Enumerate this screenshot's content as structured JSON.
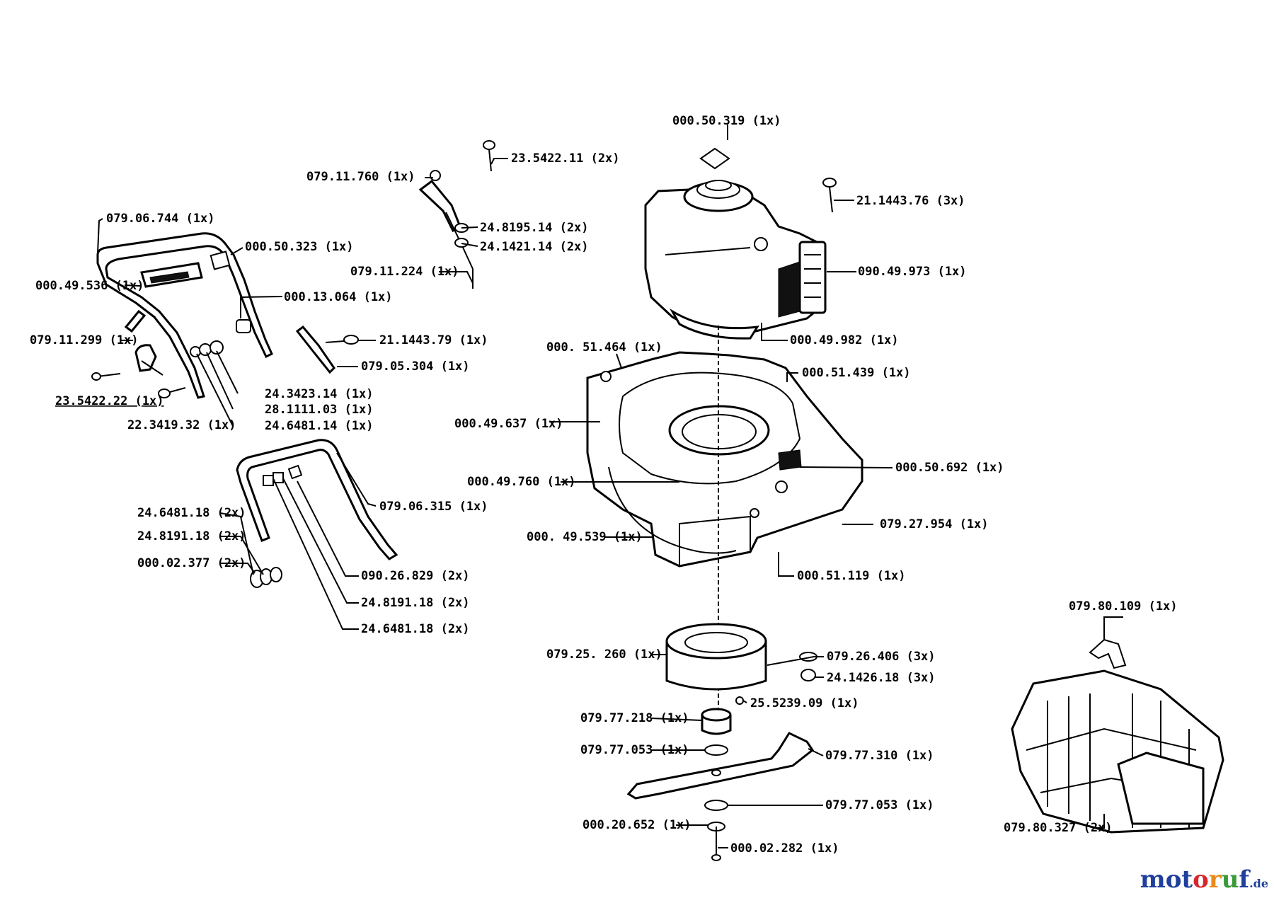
{
  "brand": {
    "parts": [
      "mot",
      "o",
      "r",
      "u",
      "f"
    ],
    "tld": ".de"
  },
  "labels": {
    "l00050319": "000.50.319  (1x)",
    "l23542211": "23.5422.11  (2x)",
    "l07911760": "079.11.760 (1x)",
    "l21144376": "21.1443.76  (3x)",
    "l24819514": "24.8195.14  (2x)",
    "l24142114": "24.1421.14  (2x)",
    "l07906744": "079.06.744  (1x)",
    "l00050323": "000.50.323  (1x)",
    "l07911224": "079.11.224  (1x)",
    "l09049973": "090.49.973  (1x)",
    "l00049536": "000.49.536  (1x)",
    "l00013064": "000.13.064  (1x)",
    "l07911299": "079.11.299  (1x)",
    "l21144379": "21.1443.79  (1x)",
    "l00049982": "000.49.982  (1x)",
    "l00051464": "000. 51.464  (1x)",
    "l07905304": "079.05.304  (1x)",
    "l00051439": "000.51.439  (1x)",
    "l23542222": "23.5422.22  (1x)",
    "l24342314": "24.3423.14  (1x)",
    "l28111103": "28.1111.03  (1x)",
    "l22341932": "22.3419.32  (1x)",
    "l24648114": "24.6481.14  (1x)",
    "l00049637": "000.49.637  (1x)",
    "l00050692": "000.50.692  (1x)",
    "l00049760": "000.49.760  (1x)",
    "l07906315": "079.06.315  (1x)",
    "l24648118a": "24.6481.18  (2x)",
    "l07927954": "079.27.954  (1x)",
    "l24819118a": "24.8191.18  (2x)",
    "l00049539": "000. 49.539  (1x)",
    "l00002377": "000.02.377 (2x)",
    "l00051119": "000.51.119  (1x)",
    "l09026829": "090.26.829  (2x)",
    "l24819118b": "24.8191.18  (2x)",
    "l24648118b": "24.6481.18  (2x)",
    "l07980109": "079.80.109  (1x)",
    "l07925260": "079.25. 260  (1x)",
    "l07926406": "079.26.406  (3x)",
    "l24142618": "24.1426.18  (3x)",
    "l25523909": "25.5239.09  (1x)",
    "l07977218": "079.77.218  (1x)",
    "l07977053a": "079.77.053  (1x)",
    "l07977310": "079.77.310  (1x)",
    "l07977053b": "079.77.053  (1x)",
    "l00020652": "000.20.652  (1x)",
    "l00002282": "000.02.282  (1x)",
    "l07980327": "079.80.327  (2x)"
  }
}
